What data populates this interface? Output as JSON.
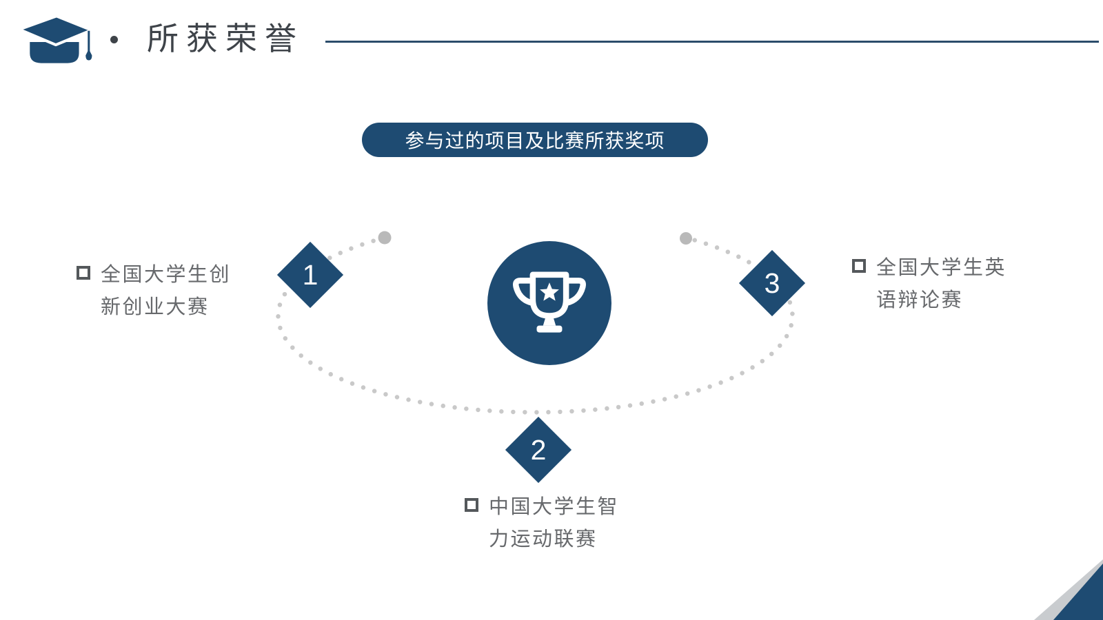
{
  "slide": {
    "header": {
      "title": "所获荣誉"
    },
    "banner": {
      "label": "参与过的项目及比赛所获奖项"
    },
    "items": [
      {
        "number": "1",
        "line1": "全国大学生创",
        "line2": "新创业大赛"
      },
      {
        "number": "2",
        "line1": "中国大学生智",
        "line2": "力运动联赛"
      },
      {
        "number": "3",
        "line1": "全国大学生英",
        "line2": "语辩论赛"
      }
    ],
    "icons": {
      "center": "trophy-icon",
      "header": "graduation-cap-icon",
      "item_bullet": "square-bullet-icon"
    },
    "colors": {
      "brand_blue": "#1E4B72",
      "header_line_navy": "#2B4C6B",
      "title_gray": "#3E4349",
      "body_text_gray": "#67696C",
      "orbit_dot_gray": "#C9C9C9",
      "endpoint_dot_gray": "#B9B9B9",
      "corner_gray": "#C9CCCF",
      "banner_text": "#FFFFFF"
    }
  }
}
